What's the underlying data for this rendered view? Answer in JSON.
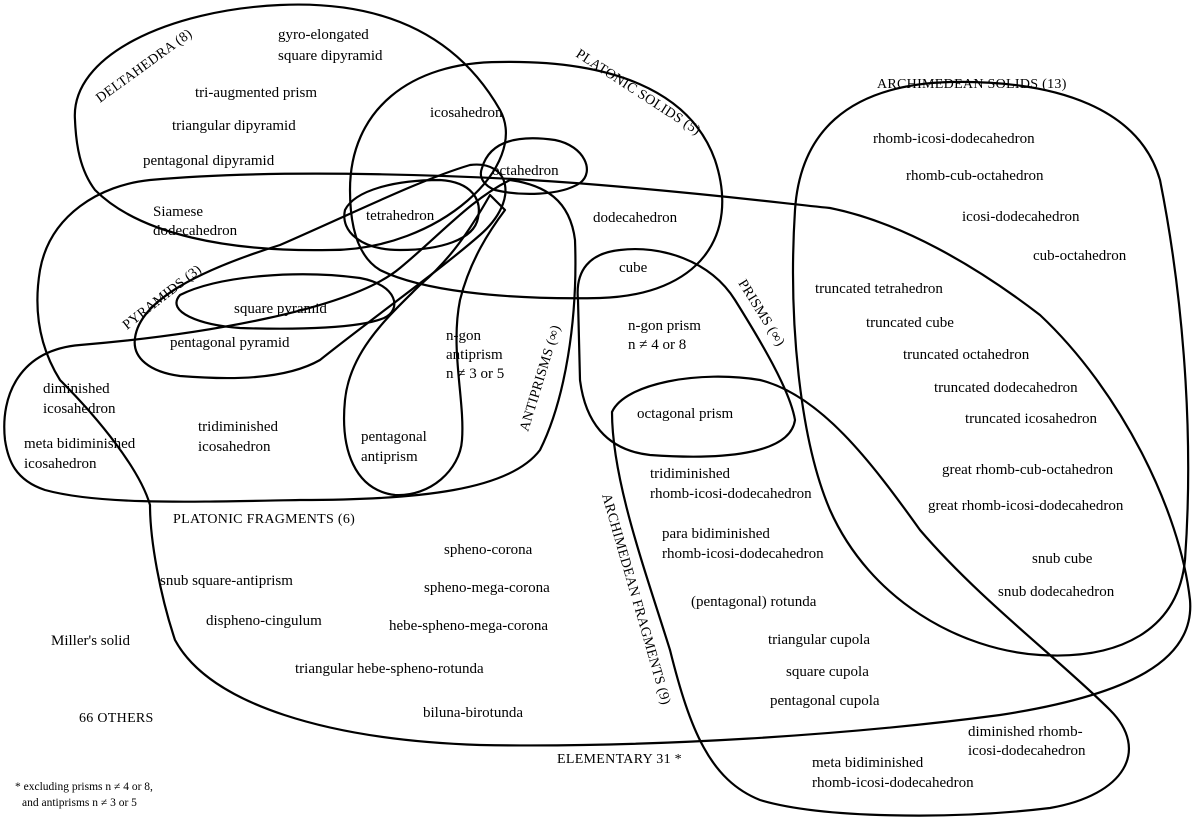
{
  "colors": {
    "ink": "#000000",
    "background": "#ffffff"
  },
  "categories": {
    "deltahedra": "DELTAHEDRA (8)",
    "platonic_solids": "PLATONIC SOLIDS (5)",
    "archimedean_solids": "ARCHIMEDEAN SOLIDS (13)",
    "pyramids": "PYRAMIDS (3)",
    "antiprisms": "ANTIPRISMS (∞)",
    "prisms": "PRISMS (∞)",
    "platonic_fragments": "PLATONIC FRAGMENTS (6)",
    "archimedean_fragments": "ARCHIMEDEAN FRAGMENTS (9)",
    "elementary": "ELEMENTARY 31 *",
    "others": "66 OTHERS"
  },
  "items": {
    "gyro_elongated": [
      "gyro-elongated",
      "square dipyramid"
    ],
    "tri_augmented_prism": "tri-augmented prism",
    "triangular_dipyramid": "triangular dipyramid",
    "pentagonal_dipyramid": "pentagonal dipyramid",
    "icosahedron": "icosahedron",
    "octahedron": "octahedron",
    "tetrahedron": "tetrahedron",
    "siamese_dodecahedron": [
      "Siamese",
      "dodecahedron"
    ],
    "dodecahedron": "dodecahedron",
    "cube": "cube",
    "square_pyramid": "square pyramid",
    "pentagonal_pyramid": "pentagonal pyramid",
    "ngon_antiprism": [
      "n-gon",
      "antiprism",
      "n ≠ 3 or 5"
    ],
    "ngon_prism": [
      "n-gon prism",
      "n ≠ 4 or 8"
    ],
    "octagonal_prism": "octagonal prism",
    "pentagonal_antiprism": [
      "pentagonal",
      "antiprism"
    ],
    "diminished_icosahedron": [
      "diminished",
      "icosahedron"
    ],
    "meta_bidiminished_icosahedron": [
      "meta bidiminished",
      "icosahedron"
    ],
    "tridiminished_icosahedron": [
      "tridiminished",
      "icosahedron"
    ],
    "rhomb_icosi_dodecahedron": "rhomb-icosi-dodecahedron",
    "rhomb_cub_octahedron": "rhomb-cub-octahedron",
    "icosi_dodecahedron": "icosi-dodecahedron",
    "cub_octahedron": "cub-octahedron",
    "truncated_tetrahedron": "truncated tetrahedron",
    "truncated_cube": "truncated cube",
    "truncated_octahedron": "truncated octahedron",
    "truncated_dodecahedron": "truncated dodecahedron",
    "truncated_icosahedron": "truncated icosahedron",
    "great_rhomb_cub_octahedron": "great rhomb-cub-octahedron",
    "great_rhomb_icosi_dodecahedron": "great rhomb-icosi-dodecahedron",
    "snub_cube": "snub cube",
    "snub_dodecahedron": "snub dodecahedron",
    "tridiminished_rhomb": [
      "tridiminished",
      "rhomb-icosi-dodecahedron"
    ],
    "para_bidiminished_rhomb": [
      "para bidiminished",
      "rhomb-icosi-dodecahedron"
    ],
    "pentagonal_rotunda": "(pentagonal) rotunda",
    "triangular_cupola": "triangular cupola",
    "square_cupola": "square cupola",
    "pentagonal_cupola": "pentagonal cupola",
    "diminished_rhomb": [
      "diminished rhomb-",
      "icosi-dodecahedron"
    ],
    "meta_bidiminished_rhomb": [
      "meta bidiminished",
      "rhomb-icosi-dodecahedron"
    ],
    "spheno_corona": "spheno-corona",
    "snub_square_antiprism": "snub square-antiprism",
    "spheno_mega_corona": "spheno-mega-corona",
    "disphenocingulum": "dispheno-cingulum",
    "hebe_spheno_mega_corona": "hebe-spheno-mega-corona",
    "triangular_hebe_spheno_rotunda": "triangular hebe-spheno-rotunda",
    "biluna_birotunda": "biluna-birotunda",
    "millers_solid": "Miller's solid"
  },
  "footnote": [
    "* excluding prisms n ≠ 4 or 8,",
    "and antiprisms n ≠ 3 or 5"
  ]
}
